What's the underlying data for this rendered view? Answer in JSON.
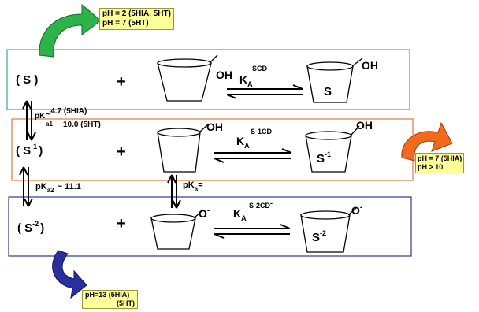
{
  "conditions": {
    "top": [
      "pH = 2 (5HIA, 5HT)",
      "pH = 7 (5HT)"
    ],
    "right": [
      "pH = 7 (5HIA)",
      "pH > 10"
    ],
    "bottom": [
      "pH=13 (5HIA)",
      "(5HT)"
    ]
  },
  "rows": [
    {
      "species": "( S )",
      "plus": "+",
      "cd_label": "OH",
      "k": "K",
      "k_sub": "A",
      "k_sup": "SCD",
      "product": "S",
      "product_sup": "",
      "product_label": "OH",
      "border_color": "#2fb08a"
    },
    {
      "species": "( S",
      "species_sup": "-1",
      "species_close": ")",
      "plus": "+",
      "cd_label": "OH",
      "k": "K",
      "k_sub": "A",
      "k_sup": "S-1CD",
      "product": "S",
      "product_sup": "-1",
      "product_label": "OH",
      "border_color": "#e07a40"
    },
    {
      "species": "( S",
      "species_sup": "-2",
      "species_close": ")",
      "plus": "+",
      "cd_label": "O",
      "cd_label_sup": "-",
      "k": "K",
      "k_sub": "A",
      "k_sup": "S-2CD",
      "k_sup_minus": "-",
      "product": "S",
      "product_sup": "-2",
      "product_label": "O",
      "product_label_sup": "-",
      "border_color": "#2a3a8a"
    }
  ],
  "pka1": {
    "pk": "pK",
    "tilde": "~",
    "sub": "a1",
    "v1": "4.7 (5HIA)",
    "v2": "10.0 (5HT)"
  },
  "pka2": {
    "pk": "pK",
    "sub": "a2",
    "rest": "~ 11.1"
  },
  "pka": {
    "pk": "pK",
    "sub": "a",
    "rest": "="
  },
  "colors": {
    "arrow_green": "#2db34a",
    "arrow_orange": "#f26b1d",
    "arrow_blue": "#2b2f9e",
    "highlight": "#ffff99"
  }
}
